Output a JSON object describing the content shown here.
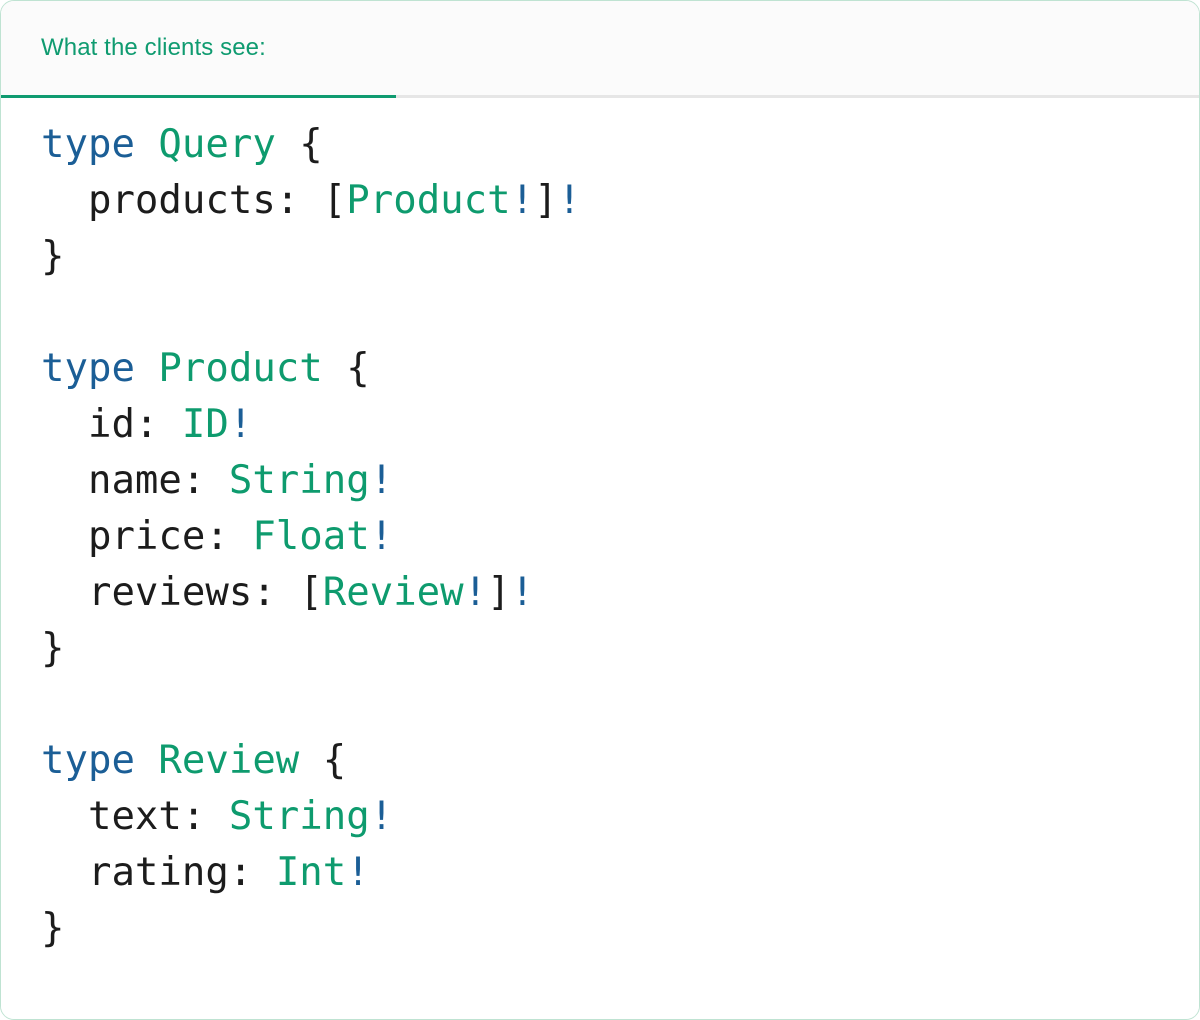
{
  "colors": {
    "accent_green": "#0f9b70",
    "keyword_blue": "#1b5e96",
    "type_green": "#0e9b6e",
    "bang_blue": "#1b5e96",
    "punctuation": "#1c1c1c",
    "header_bg": "#fbfbfb",
    "body_bg": "#ffffff",
    "border": "#bfe3d2",
    "divider": "#e6e6e6"
  },
  "header": {
    "tab_label": "What the clients see:"
  },
  "code": {
    "language": "graphql",
    "lines": [
      {
        "id": "line-1",
        "tokens": [
          {
            "t": "type",
            "k": "kw"
          },
          {
            "t": " ",
            "k": "punc"
          },
          {
            "t": "Query",
            "k": "type"
          },
          {
            "t": " {",
            "k": "punc"
          }
        ]
      },
      {
        "id": "line-2",
        "tokens": [
          {
            "t": "  products: [",
            "k": "punc"
          },
          {
            "t": "Product",
            "k": "type"
          },
          {
            "t": "!",
            "k": "bang"
          },
          {
            "t": "]",
            "k": "punc"
          },
          {
            "t": "!",
            "k": "bang"
          }
        ]
      },
      {
        "id": "line-3",
        "tokens": [
          {
            "t": "}",
            "k": "punc"
          }
        ]
      },
      {
        "id": "line-4",
        "tokens": []
      },
      {
        "id": "line-5",
        "tokens": [
          {
            "t": "type",
            "k": "kw"
          },
          {
            "t": " ",
            "k": "punc"
          },
          {
            "t": "Product",
            "k": "type"
          },
          {
            "t": " {",
            "k": "punc"
          }
        ]
      },
      {
        "id": "line-6",
        "tokens": [
          {
            "t": "  id: ",
            "k": "punc"
          },
          {
            "t": "ID",
            "k": "type"
          },
          {
            "t": "!",
            "k": "bang"
          }
        ]
      },
      {
        "id": "line-7",
        "tokens": [
          {
            "t": "  name: ",
            "k": "punc"
          },
          {
            "t": "String",
            "k": "type"
          },
          {
            "t": "!",
            "k": "bang"
          }
        ]
      },
      {
        "id": "line-8",
        "tokens": [
          {
            "t": "  price: ",
            "k": "punc"
          },
          {
            "t": "Float",
            "k": "type"
          },
          {
            "t": "!",
            "k": "bang"
          }
        ]
      },
      {
        "id": "line-9",
        "tokens": [
          {
            "t": "  reviews: [",
            "k": "punc"
          },
          {
            "t": "Review",
            "k": "type"
          },
          {
            "t": "!",
            "k": "bang"
          },
          {
            "t": "]",
            "k": "punc"
          },
          {
            "t": "!",
            "k": "bang"
          }
        ]
      },
      {
        "id": "line-10",
        "tokens": [
          {
            "t": "}",
            "k": "punc"
          }
        ]
      },
      {
        "id": "line-11",
        "tokens": []
      },
      {
        "id": "line-12",
        "tokens": [
          {
            "t": "type",
            "k": "kw"
          },
          {
            "t": " ",
            "k": "punc"
          },
          {
            "t": "Review",
            "k": "type"
          },
          {
            "t": " {",
            "k": "punc"
          }
        ]
      },
      {
        "id": "line-13",
        "tokens": [
          {
            "t": "  text: ",
            "k": "punc"
          },
          {
            "t": "String",
            "k": "type"
          },
          {
            "t": "!",
            "k": "bang"
          }
        ]
      },
      {
        "id": "line-14",
        "tokens": [
          {
            "t": "  rating: ",
            "k": "punc"
          },
          {
            "t": "Int",
            "k": "type"
          },
          {
            "t": "!",
            "k": "bang"
          }
        ]
      },
      {
        "id": "line-15",
        "tokens": [
          {
            "t": "}",
            "k": "punc"
          }
        ]
      }
    ]
  }
}
